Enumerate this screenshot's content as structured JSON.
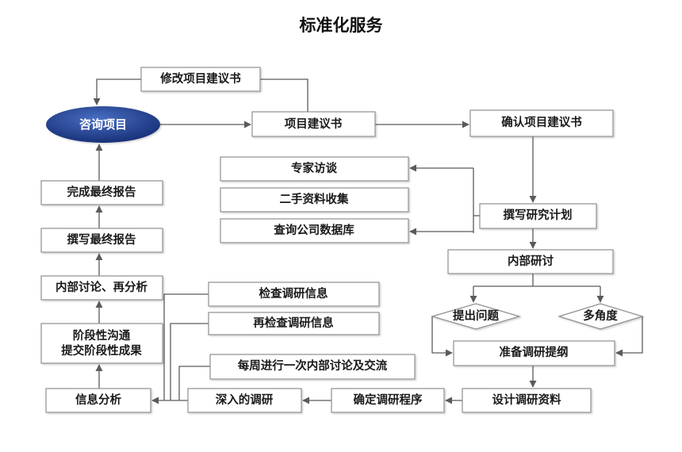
{
  "title": "标准化服务",
  "nodes": {
    "revise_proposal": "修改项目建议书",
    "consulting_project": "咨询项目",
    "project_proposal": "项目建议书",
    "confirm_proposal": "确认项目建议书",
    "expert_interview": "专家访谈",
    "secondary_data": "二手资料收集",
    "company_database": "查询公司数据库",
    "write_research_plan": "撰写研究计划",
    "internal_discussion": "内部研讨",
    "raise_questions": "提出问题",
    "multi_angle": "多角度",
    "prepare_outline": "准备调研提纲",
    "design_materials": "设计调研资料",
    "confirm_procedure": "确定调研程序",
    "in_depth_research": "深入的调研",
    "info_analysis": "信息分析",
    "check_info": "检查调研信息",
    "recheck_info": "再检查调研信息",
    "weekly_discussion": "每周进行一次内部讨论及交流",
    "stage_communication_line1": "阶段性沟通",
    "stage_communication_line2": "提交阶段性成果",
    "rediscuss": "内部讨论、再分析",
    "write_final_report": "撰写最终报告",
    "complete_final_report": "完成最终报告"
  },
  "colors": {
    "ellipse_light": "#4a6fc4",
    "ellipse_dark": "#142c72",
    "box_border": "#8f8f8f",
    "connector": "#5a5a5a",
    "text": "#1a1a1a"
  }
}
